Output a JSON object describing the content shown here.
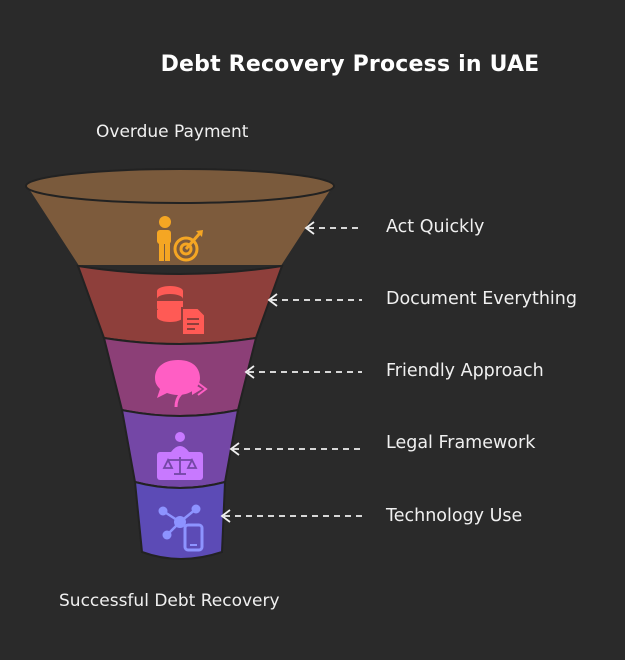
{
  "title": "Debt Recovery Process in UAE",
  "top_label": "Overdue Payment",
  "bottom_label": "Successful Debt Recovery",
  "steps": [
    {
      "label": "Act Quickly",
      "icon": "person-target-icon",
      "color": "#7d5b3c",
      "icon_color": "#f5a623"
    },
    {
      "label": "Document Everything",
      "icon": "database-document-icon",
      "color": "#8e3f3b",
      "icon_color": "#ff5a55"
    },
    {
      "label": "Friendly Approach",
      "icon": "chat-share-icon",
      "color": "#8c3f77",
      "icon_color": "#ff5ec4"
    },
    {
      "label": "Legal Framework",
      "icon": "legal-scale-icon",
      "color": "#7447a6",
      "icon_color": "#c879ff"
    },
    {
      "label": "Technology Use",
      "icon": "network-device-icon",
      "color": "#5c4bb6",
      "icon_color": "#8d93ff"
    }
  ]
}
